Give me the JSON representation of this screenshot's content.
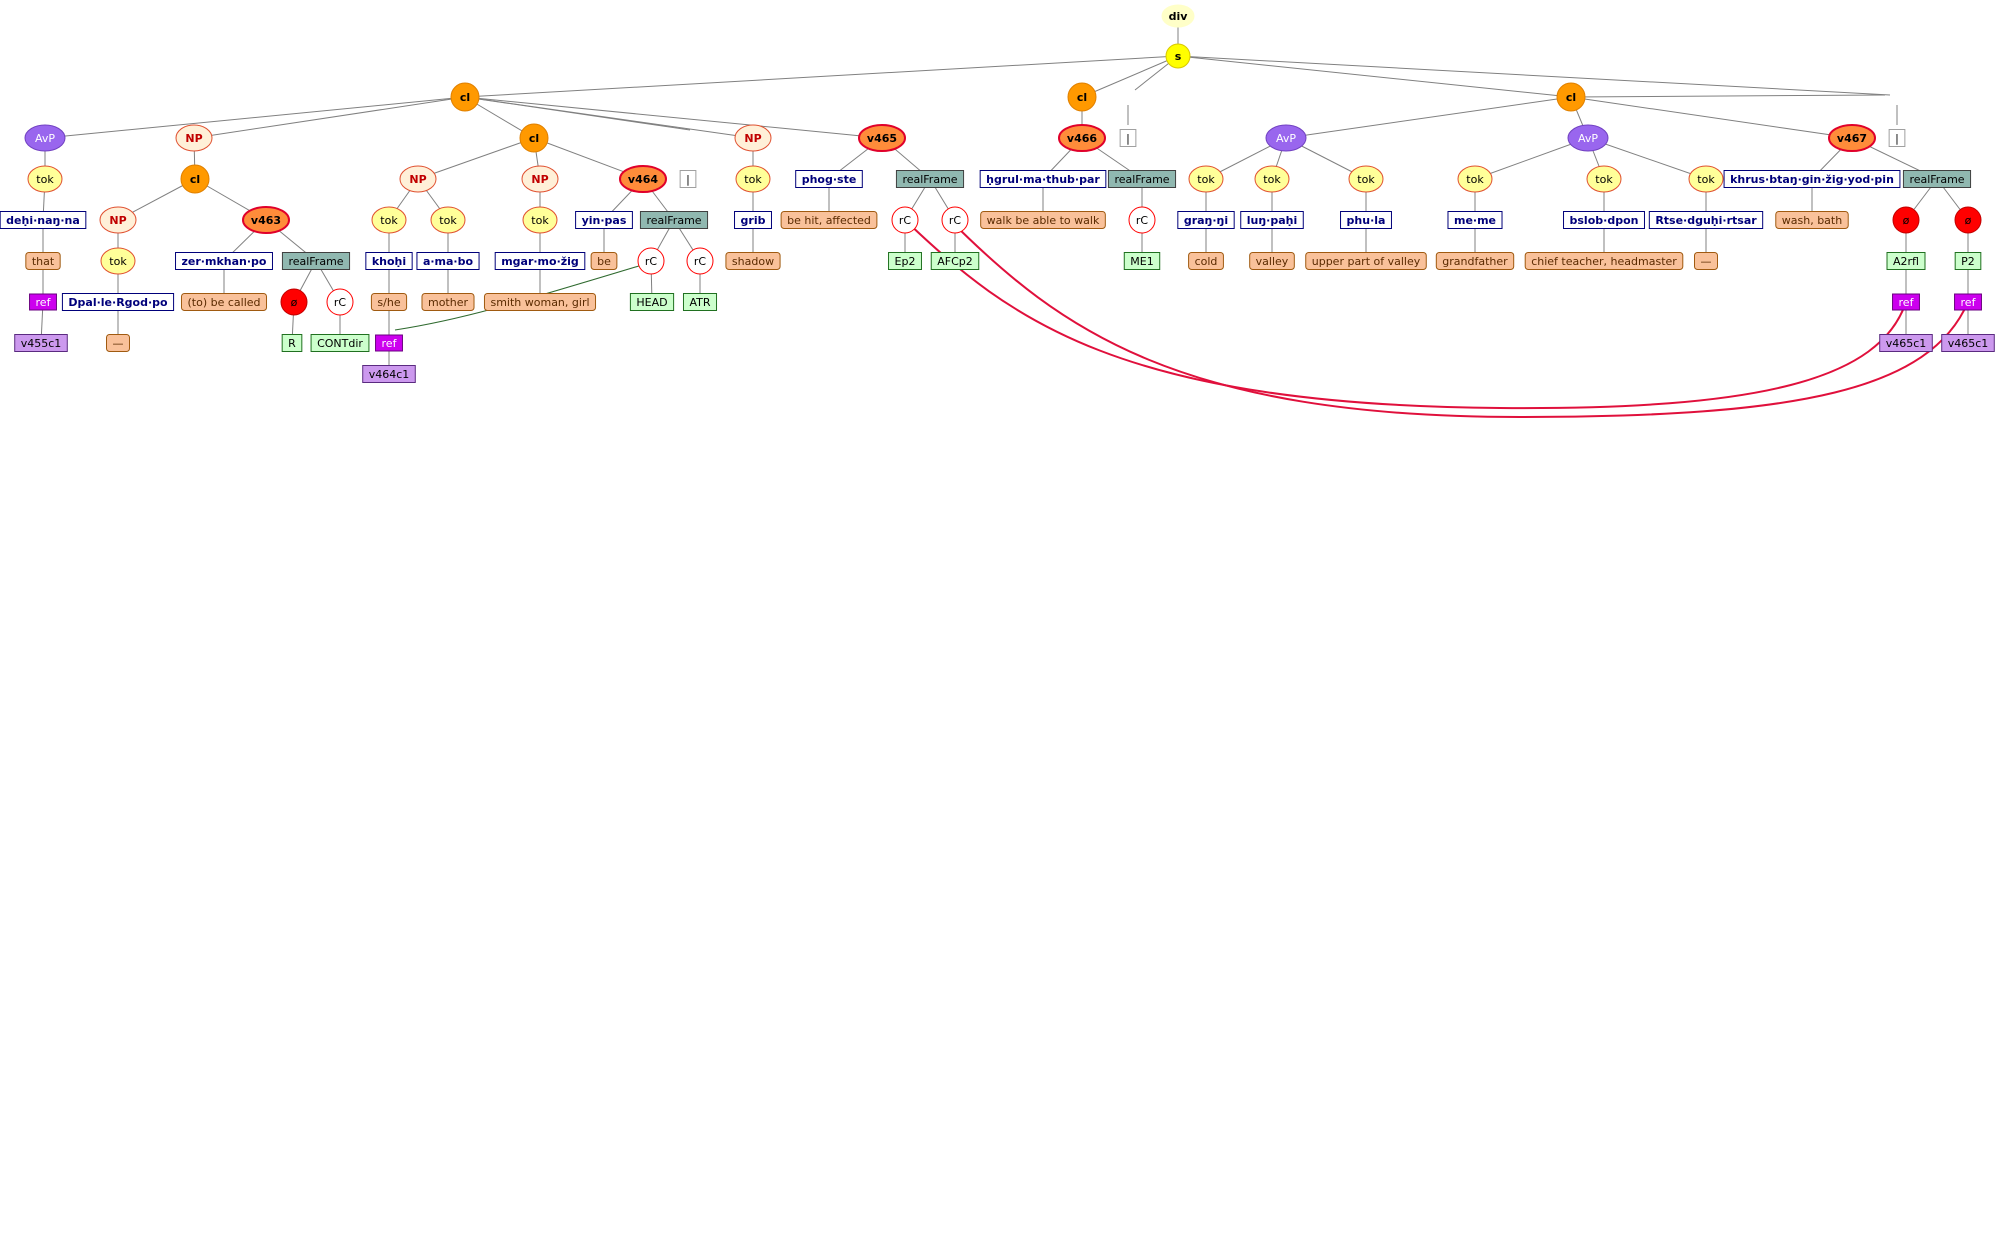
{
  "colors": {
    "edge": "#808080",
    "link": "#e0103c",
    "lex_text": "#00007a",
    "lex_border": "#00007a",
    "gloss_fill": "#f9c19a",
    "gloss_border": "#a05a10"
  },
  "nodes": [
    {
      "id": "div",
      "label": "div",
      "type": "div"
    },
    {
      "id": "s",
      "label": "s",
      "type": "s"
    },
    {
      "id": "cl1",
      "label": "cl",
      "type": "cl"
    },
    {
      "id": "avp1",
      "label": "AvP",
      "type": "avp"
    },
    {
      "id": "tok1",
      "label": "tok",
      "type": "tok"
    },
    {
      "id": "lx1",
      "label": "deḥi·naŋ·na",
      "type": "lex"
    },
    {
      "id": "g1",
      "label": "that",
      "type": "gloss"
    },
    {
      "id": "ref1",
      "label": "ref",
      "type": "ref"
    },
    {
      "id": "id1",
      "label": "v455c1",
      "type": "refid"
    },
    {
      "id": "np1",
      "label": "NP",
      "type": "np"
    },
    {
      "id": "cl2",
      "label": "cl",
      "type": "cl"
    },
    {
      "id": "np2",
      "label": "NP",
      "type": "np"
    },
    {
      "id": "tok2",
      "label": "tok",
      "type": "tok"
    },
    {
      "id": "lx2",
      "label": "Dpal·le·Rgod·po",
      "type": "lex"
    },
    {
      "id": "g2",
      "label": "—",
      "type": "gloss"
    },
    {
      "id": "v463",
      "label": "v463",
      "type": "verb"
    },
    {
      "id": "lx3",
      "label": "zer·mkhan·po",
      "type": "lex"
    },
    {
      "id": "g3",
      "label": "(to) be called",
      "type": "gloss"
    },
    {
      "id": "rf463",
      "label": "realFrame",
      "type": "frame"
    },
    {
      "id": "rc463a",
      "label": "ø",
      "type": "zero"
    },
    {
      "id": "rl463a",
      "label": "R",
      "type": "role"
    },
    {
      "id": "rc463b",
      "label": "rC",
      "type": "rc"
    },
    {
      "id": "rl463b",
      "label": "CONTdir",
      "type": "role"
    },
    {
      "id": "cl3",
      "label": "cl",
      "type": "cl"
    },
    {
      "id": "np3",
      "label": "NP",
      "type": "np"
    },
    {
      "id": "tok3",
      "label": "tok",
      "type": "tok"
    },
    {
      "id": "lx4",
      "label": "khoḥi",
      "type": "lex"
    },
    {
      "id": "g4",
      "label": "s/he",
      "type": "gloss"
    },
    {
      "id": "ref4",
      "label": "ref",
      "type": "ref"
    },
    {
      "id": "id4",
      "label": "v464c1",
      "type": "refid"
    },
    {
      "id": "tok4",
      "label": "tok",
      "type": "tok"
    },
    {
      "id": "lx5",
      "label": "a·ma·bo",
      "type": "lex"
    },
    {
      "id": "g5",
      "label": "mother",
      "type": "gloss"
    },
    {
      "id": "np4",
      "label": "NP",
      "type": "np"
    },
    {
      "id": "tok5",
      "label": "tok",
      "type": "tok"
    },
    {
      "id": "lx6",
      "label": "mgar·mo·žig",
      "type": "lex"
    },
    {
      "id": "g6",
      "label": "smith woman, girl",
      "type": "gloss"
    },
    {
      "id": "v464",
      "label": "v464",
      "type": "verb"
    },
    {
      "id": "lx7",
      "label": "yin·pas",
      "type": "lex"
    },
    {
      "id": "g7",
      "label": "be",
      "type": "gloss"
    },
    {
      "id": "rf464",
      "label": "realFrame",
      "type": "frame"
    },
    {
      "id": "rc464a",
      "label": "rC",
      "type": "rc"
    },
    {
      "id": "rl464a",
      "label": "HEAD",
      "type": "role"
    },
    {
      "id": "rc464b",
      "label": "rC",
      "type": "rc"
    },
    {
      "id": "rl464b",
      "label": "ATR",
      "type": "role"
    },
    {
      "id": "pu1",
      "label": "|",
      "type": "punct"
    },
    {
      "id": "np5",
      "label": "NP",
      "type": "np"
    },
    {
      "id": "tok6",
      "label": "tok",
      "type": "tok"
    },
    {
      "id": "lx8",
      "label": "grib",
      "type": "lex"
    },
    {
      "id": "g8",
      "label": "shadow",
      "type": "gloss"
    },
    {
      "id": "v465",
      "label": "v465",
      "type": "verb"
    },
    {
      "id": "lx9",
      "label": "phog·ste",
      "type": "lex"
    },
    {
      "id": "g9",
      "label": "be hit, affected",
      "type": "gloss"
    },
    {
      "id": "rf465",
      "label": "realFrame",
      "type": "frame"
    },
    {
      "id": "rc465a",
      "label": "rC",
      "type": "rc"
    },
    {
      "id": "rl465a",
      "label": "Ep2",
      "type": "role"
    },
    {
      "id": "rc465b",
      "label": "rC",
      "type": "rc"
    },
    {
      "id": "rl465b",
      "label": "AFCp2",
      "type": "role"
    },
    {
      "id": "cl4",
      "label": "cl",
      "type": "cl"
    },
    {
      "id": "v466",
      "label": "v466",
      "type": "verb"
    },
    {
      "id": "lx10",
      "label": "ḥgrul·ma·thub·par",
      "type": "lex"
    },
    {
      "id": "g10",
      "label": "walk be able to walk",
      "type": "gloss"
    },
    {
      "id": "rf466",
      "label": "realFrame",
      "type": "frame"
    },
    {
      "id": "rc466",
      "label": "rC",
      "type": "rc"
    },
    {
      "id": "rl466",
      "label": "ME1",
      "type": "role"
    },
    {
      "id": "pu2",
      "label": "|",
      "type": "punct"
    },
    {
      "id": "cl5",
      "label": "cl",
      "type": "cl"
    },
    {
      "id": "avp2",
      "label": "AvP",
      "type": "avp"
    },
    {
      "id": "tok7",
      "label": "tok",
      "type": "tok"
    },
    {
      "id": "lx11",
      "label": "graŋ·ŋi",
      "type": "lex"
    },
    {
      "id": "g11",
      "label": "cold",
      "type": "gloss"
    },
    {
      "id": "tok8",
      "label": "tok",
      "type": "tok"
    },
    {
      "id": "lx12",
      "label": "luŋ·paḥi",
      "type": "lex"
    },
    {
      "id": "g12",
      "label": "valley",
      "type": "gloss"
    },
    {
      "id": "tok9",
      "label": "tok",
      "type": "tok"
    },
    {
      "id": "lx13",
      "label": "phu·la",
      "type": "lex"
    },
    {
      "id": "g13",
      "label": "upper part of valley",
      "type": "gloss"
    },
    {
      "id": "avp3",
      "label": "AvP",
      "type": "avp"
    },
    {
      "id": "tok10",
      "label": "tok",
      "type": "tok"
    },
    {
      "id": "lx14",
      "label": "me·me",
      "type": "lex"
    },
    {
      "id": "g14",
      "label": "grandfather",
      "type": "gloss"
    },
    {
      "id": "tok11",
      "label": "tok",
      "type": "tok"
    },
    {
      "id": "lx15",
      "label": "bslob·dpon",
      "type": "lex"
    },
    {
      "id": "g15",
      "label": "chief teacher, headmaster",
      "type": "gloss"
    },
    {
      "id": "tok12",
      "label": "tok",
      "type": "tok"
    },
    {
      "id": "lx16",
      "label": "Rtse·dguḥi·rtsar",
      "type": "lex"
    },
    {
      "id": "g16",
      "label": "—",
      "type": "gloss"
    },
    {
      "id": "v467",
      "label": "v467",
      "type": "verb"
    },
    {
      "id": "lx17",
      "label": "khrus·btaŋ·gin·žig·yod·pin",
      "type": "lex"
    },
    {
      "id": "g17",
      "label": "wash, bath",
      "type": "gloss"
    },
    {
      "id": "rf467",
      "label": "realFrame",
      "type": "frame"
    },
    {
      "id": "rc467a",
      "label": "ø",
      "type": "zero"
    },
    {
      "id": "rl467a",
      "label": "A2rfl",
      "type": "role"
    },
    {
      "id": "ref467a",
      "label": "ref",
      "type": "ref"
    },
    {
      "id": "id467a",
      "label": "v465c1",
      "type": "refid"
    },
    {
      "id": "rc467b",
      "label": "ø",
      "type": "zero"
    },
    {
      "id": "rl467b",
      "label": "P2",
      "type": "role"
    },
    {
      "id": "ref467b",
      "label": "ref",
      "type": "ref"
    },
    {
      "id": "id467b",
      "label": "v465c1",
      "type": "refid"
    },
    {
      "id": "pu3",
      "label": "|",
      "type": "punct"
    }
  ]
}
